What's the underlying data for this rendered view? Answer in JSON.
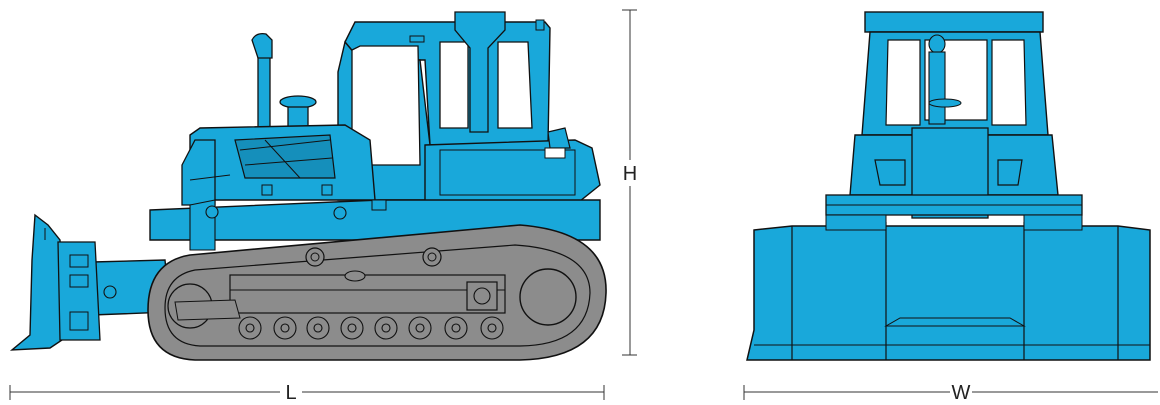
{
  "figure": {
    "colors": {
      "body": "#19a8da",
      "body_dark": "#158fbb",
      "track": "#8c8c8c",
      "track_inner": "#777777",
      "outline": "#111111",
      "dimension_line": "#333333",
      "background": "#ffffff"
    },
    "dimensions": {
      "length_label": "L",
      "height_label": "H",
      "width_label": "W"
    },
    "views": [
      "side-view",
      "front-view"
    ]
  }
}
